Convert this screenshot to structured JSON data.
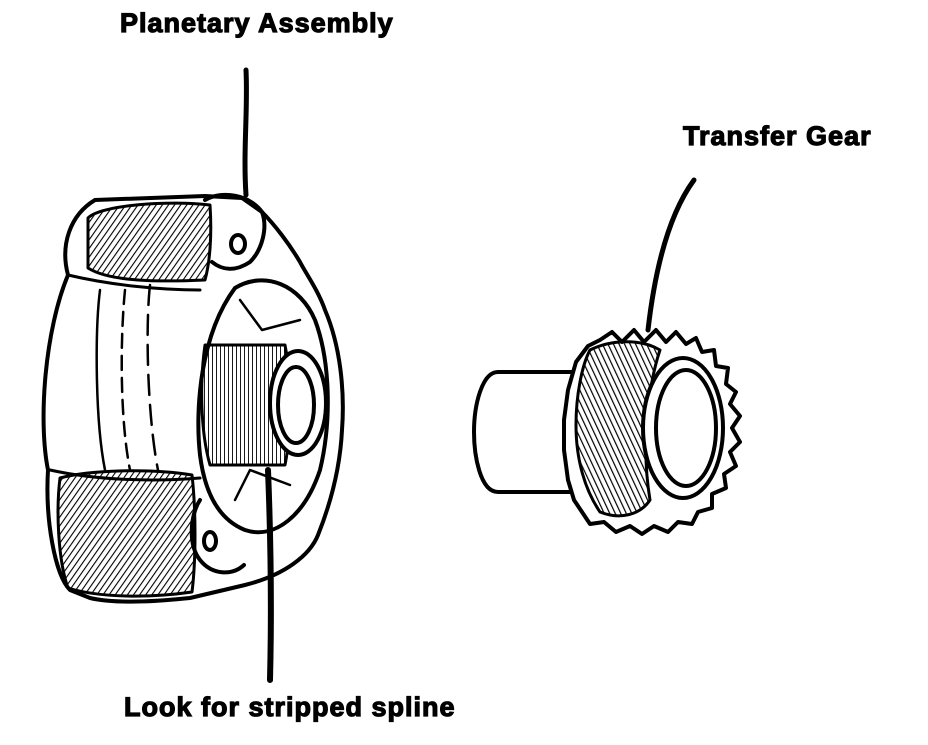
{
  "labels": {
    "planetary_assembly": "Planetary Assembly",
    "transfer_gear": "Transfer Gear",
    "spline_note": "Look for stripped spline"
  },
  "colors": {
    "ink": "#000000",
    "paper": "#ffffff"
  }
}
